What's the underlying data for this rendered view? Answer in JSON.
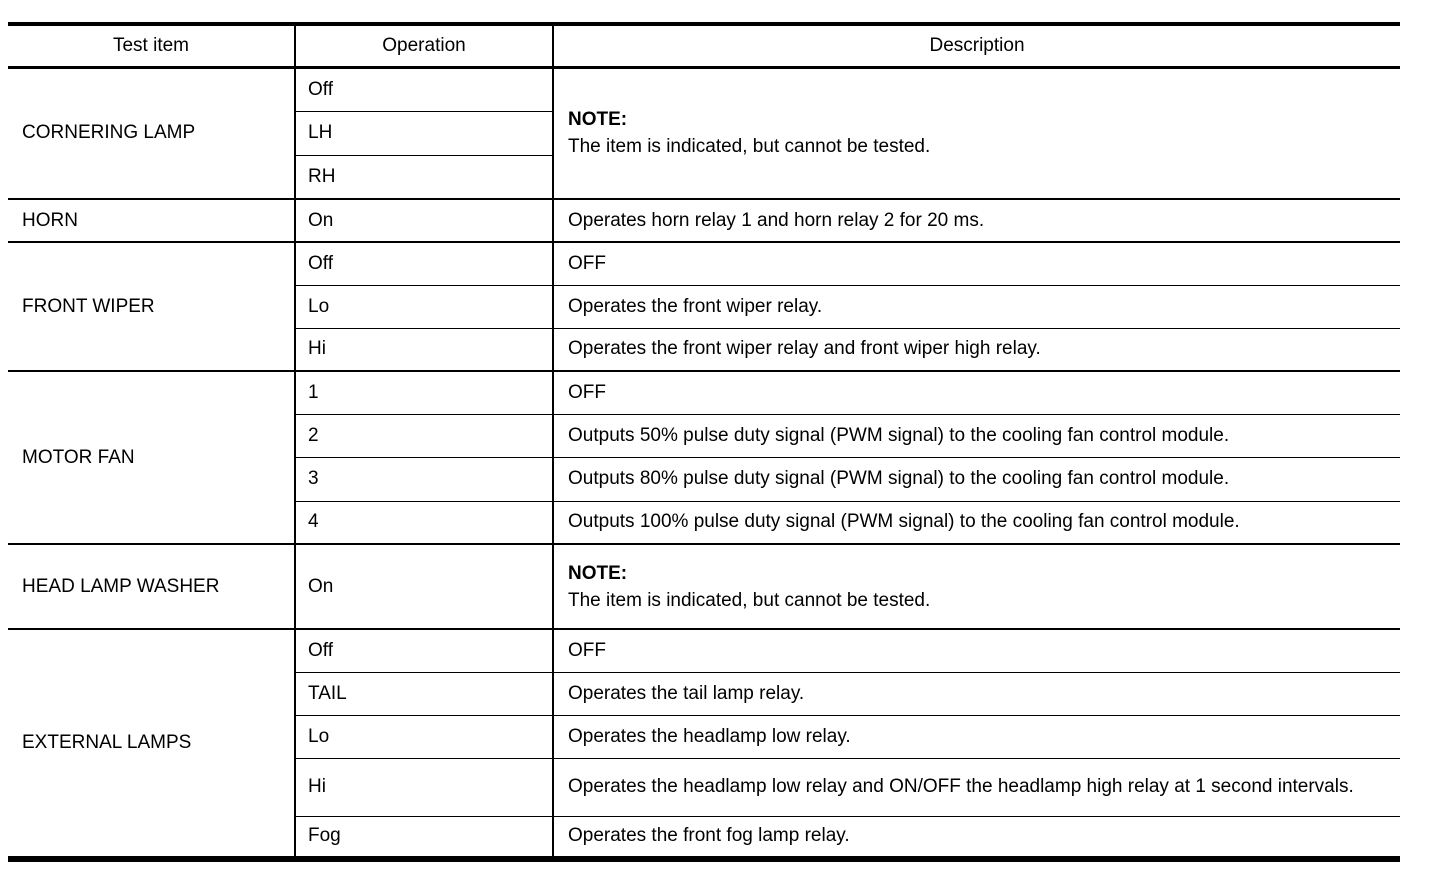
{
  "table": {
    "headers": [
      "Test item",
      "Operation",
      "Description"
    ],
    "groups": [
      {
        "item": "CORNERING LAMP",
        "operations": [
          "Off",
          "LH",
          "RH"
        ],
        "note_label": "NOTE:",
        "note_text": "The item is indicated, but cannot be tested."
      },
      {
        "item": "HORN",
        "rows": [
          {
            "op": "On",
            "desc": "Operates horn relay 1 and horn relay 2 for 20 ms."
          }
        ]
      },
      {
        "item": "FRONT WIPER",
        "rows": [
          {
            "op": "Off",
            "desc": "OFF"
          },
          {
            "op": "Lo",
            "desc": "Operates the front wiper relay."
          },
          {
            "op": "Hi",
            "desc": "Operates the front wiper relay and front wiper high relay."
          }
        ]
      },
      {
        "item": "MOTOR FAN",
        "rows": [
          {
            "op": "1",
            "desc": "OFF"
          },
          {
            "op": "2",
            "desc": "Outputs 50% pulse duty signal (PWM signal) to the cooling fan control module."
          },
          {
            "op": "3",
            "desc": "Outputs 80% pulse duty signal (PWM signal) to the cooling fan control module."
          },
          {
            "op": "4",
            "desc": "Outputs 100% pulse duty signal (PWM signal) to the cooling fan control module."
          }
        ]
      },
      {
        "item": "HEAD LAMP WASHER",
        "operation": "On",
        "note_label": "NOTE:",
        "note_text": "The item is indicated, but cannot be tested."
      },
      {
        "item": "EXTERNAL LAMPS",
        "rows": [
          {
            "op": "Off",
            "desc": "OFF"
          },
          {
            "op": "TAIL",
            "desc": "Operates the tail lamp relay."
          },
          {
            "op": "Lo",
            "desc": "Operates the headlamp low relay."
          },
          {
            "op": "Hi",
            "desc": "Operates the headlamp low relay and ON/OFF the headlamp high relay at 1 second intervals."
          },
          {
            "op": "Fog",
            "desc": "Operates the front fog lamp relay."
          }
        ]
      }
    ],
    "colors": {
      "border": "#000000",
      "background": "#ffffff",
      "text": "#000000"
    }
  }
}
